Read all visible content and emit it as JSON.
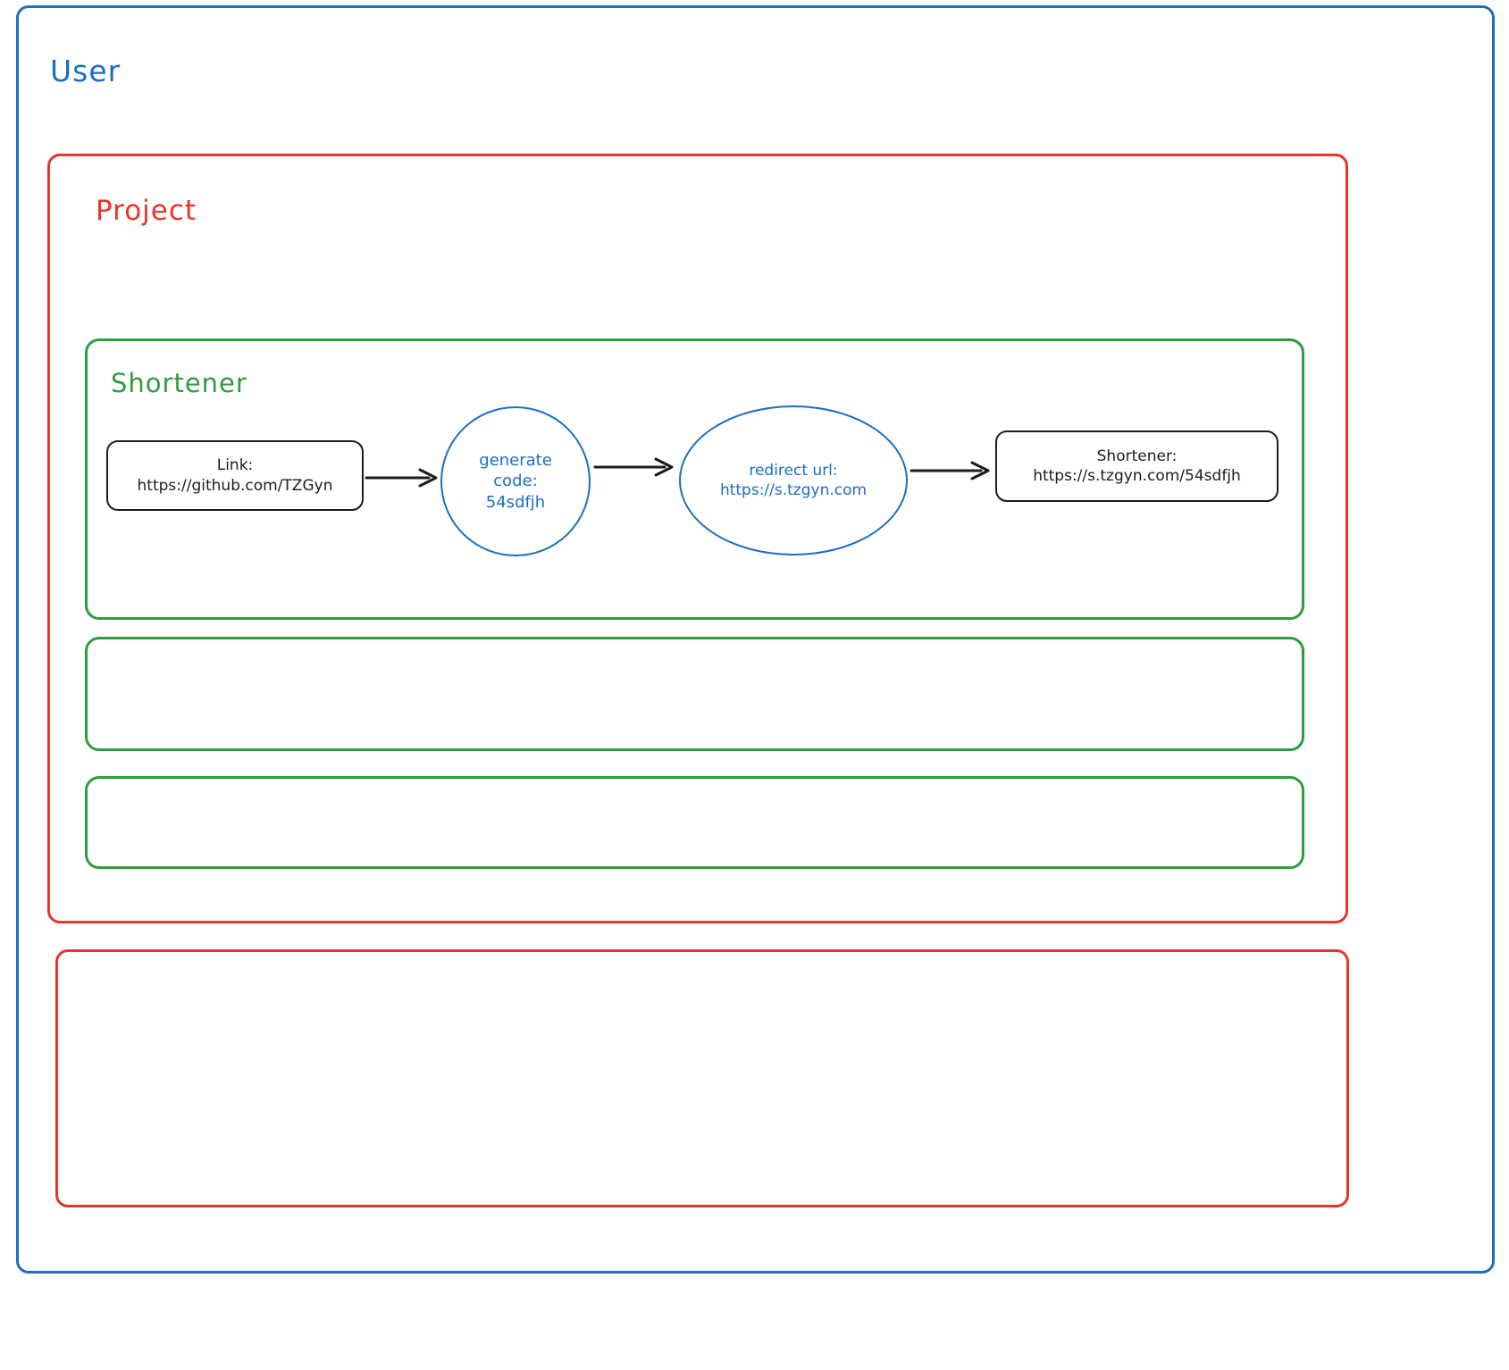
{
  "diagram": {
    "type": "flowchart",
    "title_groups": {
      "user": "User",
      "project": "Project",
      "shortener": "Shortener"
    },
    "colors": {
      "user_border": "#1b6ec2",
      "project_border": "#e8342a",
      "shortener_border": "#2e9c3f",
      "node_rect_border": "#1c1c1c",
      "node_blue_border": "#1b6ec2",
      "arrow": "#1c1c1c",
      "background": "#ffffff"
    },
    "nodes": [
      {
        "id": "link",
        "shape": "rounded-rect",
        "color": "#1c1c1c",
        "lines": [
          "Link:",
          "https://github.com/TZGyn"
        ]
      },
      {
        "id": "generate-code",
        "shape": "circle",
        "color": "#1b6ec2",
        "lines": [
          "generate",
          "code:",
          "54sdfjh"
        ]
      },
      {
        "id": "redirect-url",
        "shape": "ellipse",
        "color": "#1b6ec2",
        "lines": [
          "redirect url:",
          "https://s.tzgyn.com"
        ]
      },
      {
        "id": "shortener-output",
        "shape": "rounded-rect",
        "color": "#1c1c1c",
        "lines": [
          "Shortener:",
          "https://s.tzgyn.com/54sdfjh"
        ]
      }
    ],
    "edges": [
      {
        "from": "link",
        "to": "generate-code",
        "label": ""
      },
      {
        "from": "generate-code",
        "to": "redirect-url",
        "label": ""
      },
      {
        "from": "redirect-url",
        "to": "shortener-output",
        "label": ""
      }
    ],
    "empty_containers": [
      {
        "id": "green-empty-1",
        "color": "#2e9c3f",
        "label": ""
      },
      {
        "id": "green-empty-2",
        "color": "#2e9c3f",
        "label": ""
      },
      {
        "id": "red-empty-1",
        "color": "#e8342a",
        "label": ""
      }
    ]
  }
}
